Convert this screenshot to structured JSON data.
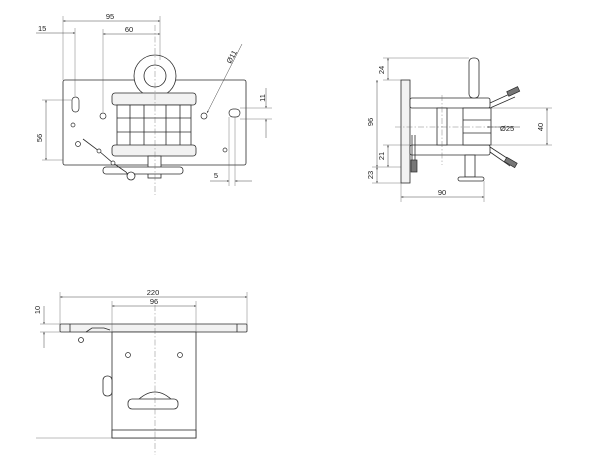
{
  "front_view": {
    "dims": {
      "d95": "95",
      "d60": "60",
      "d15": "15",
      "d56": "56",
      "d11_hole": "Ø11",
      "d11": "11",
      "d5": "5"
    }
  },
  "side_view": {
    "dims": {
      "d24": "24",
      "d96": "96",
      "d21": "21",
      "d23": "23",
      "d25": "Ø25",
      "d40": "40",
      "d90": "90"
    }
  },
  "top_view": {
    "dims": {
      "d220": "220",
      "d96": "96",
      "d10": "10"
    }
  }
}
